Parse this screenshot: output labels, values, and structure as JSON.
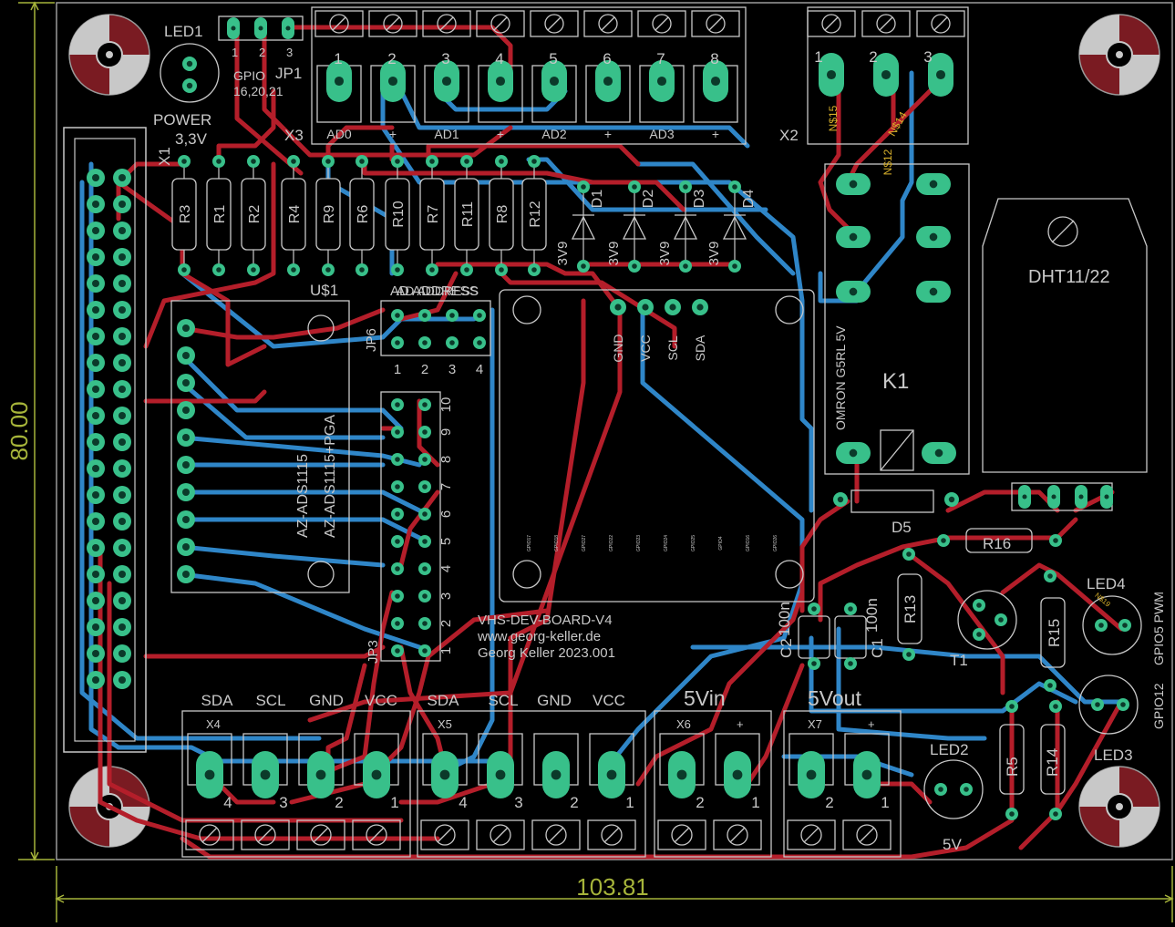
{
  "board": {
    "title": "VHS-DEV-BOARD-V4",
    "url": "www.georg-keller.de",
    "author": "Georg Keller 2023.001",
    "width_dim": "103.81",
    "height_dim": "80.00"
  },
  "colors": {
    "background": "#000000",
    "top_copper": "#b41e2a",
    "bottom_copper": "#2f86c8",
    "pad": "#38c08a",
    "silkscreen": "#c8c8c8",
    "dimension": "#a6b43a",
    "net_label": "#d7b02b"
  },
  "labels": {
    "led1": "LED1",
    "power": "POWER",
    "v33": "3,3V",
    "gpio": "GPIO",
    "gpio_pins": "16,20,21",
    "jp1": "JP1",
    "jp1_pins": [
      "1",
      "2",
      "3"
    ],
    "x1": "X1",
    "x2": "X2",
    "x3": "X3",
    "x3_pins": [
      "1",
      "2",
      "3",
      "4",
      "5",
      "6",
      "7",
      "8"
    ],
    "x3_sub": [
      "AD0",
      "+",
      "AD1",
      "+",
      "AD2",
      "+",
      "AD3",
      "+"
    ],
    "x2_pins": [
      "1",
      "2",
      "3"
    ],
    "resistors": [
      "R3",
      "R1",
      "R2",
      "R4",
      "R9",
      "R6",
      "R10",
      "R7",
      "R11",
      "R8",
      "R12"
    ],
    "diodes": [
      "D1",
      "D2",
      "D3",
      "D4"
    ],
    "diode_v": [
      "3V9",
      "3V9",
      "3V9",
      "3V9"
    ],
    "us1": "U$1",
    "ad_address": "AD ADDRESS",
    "jp6": "JP6",
    "jp6_pins": [
      "1",
      "2",
      "3",
      "4"
    ],
    "ads_label1": "AZ-ADS1115",
    "ads_label2": "AZ-ADS1115+PGA",
    "jp3": "JP3",
    "jp3_pins": [
      "10",
      "9",
      "8",
      "7",
      "6",
      "5",
      "4",
      "3",
      "2",
      "1"
    ],
    "oled_pins": [
      "GND",
      "VCC",
      "SCL",
      "SDA"
    ],
    "oled_gpio": [
      "GPIO17",
      "GPIO18",
      "GPIO27",
      "GPIO22",
      "GPIO23",
      "GPIO24",
      "GPIO25",
      "GPIO4",
      "GPIO16",
      "GPIO26"
    ],
    "dht": "DHT11/22",
    "relay_type": "OMRON G5RL 5V",
    "k1": "K1",
    "d5": "D5",
    "r16": "R16",
    "r13": "R13",
    "r15": "R15",
    "r5": "R5",
    "r14": "R14",
    "t1": "T1",
    "c1": "C1",
    "c1v": "100n",
    "c2": "C2",
    "c2v": "100n",
    "led2": "LED2",
    "led3": "LED3",
    "led4": "LED4",
    "gpio5": "GPIO5 PWM",
    "gpio12": "GPIO12",
    "v5": "5V",
    "v5in": "5Vin",
    "v5out": "5Vout",
    "x4": "X4",
    "x5": "X5",
    "x6": "X6",
    "x7": "X7",
    "bus_labels": [
      "SDA",
      "SCL",
      "GND",
      "VCC",
      "SDA",
      "SCL",
      "GND",
      "VCC"
    ],
    "x4_pins": [
      "4",
      "3",
      "2",
      "1"
    ],
    "x5_pins": [
      "4",
      "3",
      "2",
      "1"
    ],
    "x6_pins": [
      "2",
      "1"
    ],
    "x7_pins": [
      "2",
      "1"
    ],
    "plus": "+",
    "nets": [
      "N$15",
      "N$14",
      "N$12",
      "N$19"
    ]
  }
}
